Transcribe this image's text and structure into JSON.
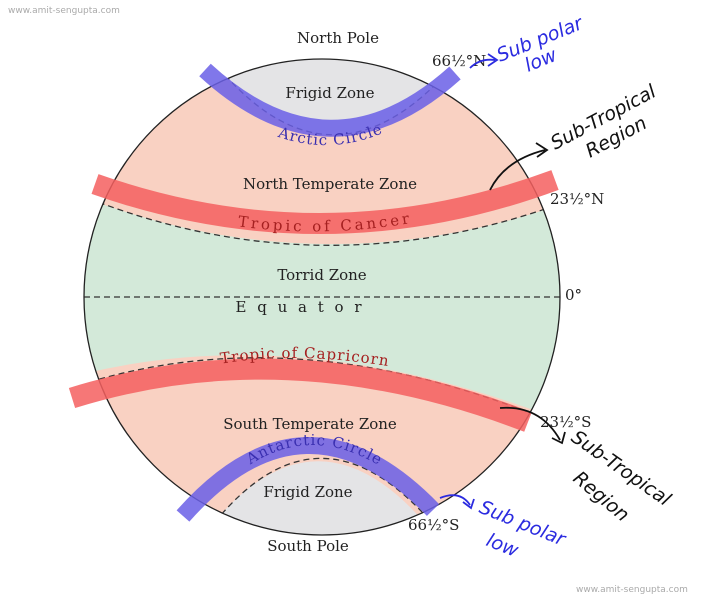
{
  "watermark": "www.amit-sengupta.com",
  "labels": {
    "north_pole": "North Pole",
    "south_pole": "South Pole",
    "frigid_north": "Frigid Zone",
    "frigid_south": "Frigid Zone",
    "north_temperate": "North Temperate Zone",
    "south_temperate": "South Temperate Zone",
    "torrid": "Torrid Zone",
    "equator": "E q u a t o r",
    "arctic_circle": "Arctic Circle",
    "antarctic_circle": "Antarctic Circle",
    "tropic_cancer": "Tropic of Cancer",
    "tropic_capricorn": "Tropic of Capricorn"
  },
  "latitudes": {
    "arctic": "66½°N",
    "cancer": "23½°N",
    "equator": "0°",
    "capricorn": "23½°S",
    "antarctic": "66½°S"
  },
  "annotations": {
    "subpolar_north_1": "Sub polar",
    "subpolar_north_2": "low",
    "subtropical_north_1": "Sub-Tropical",
    "subtropical_north_2": "Region",
    "subtropical_south_1": "Sub-Tropical",
    "subtropical_south_2": "Region",
    "subpolar_south_1": "Sub polar",
    "subpolar_south_2": "low"
  },
  "colors": {
    "torrid": "#d3e9d9",
    "temperate": "#f9d1c2",
    "frigid": "#e4e4e6",
    "polar_band": "#6a5fe6",
    "tropic_band": "#f45f5f",
    "handwriting_blue": "#2b2be0",
    "handwriting_black": "#111111"
  }
}
